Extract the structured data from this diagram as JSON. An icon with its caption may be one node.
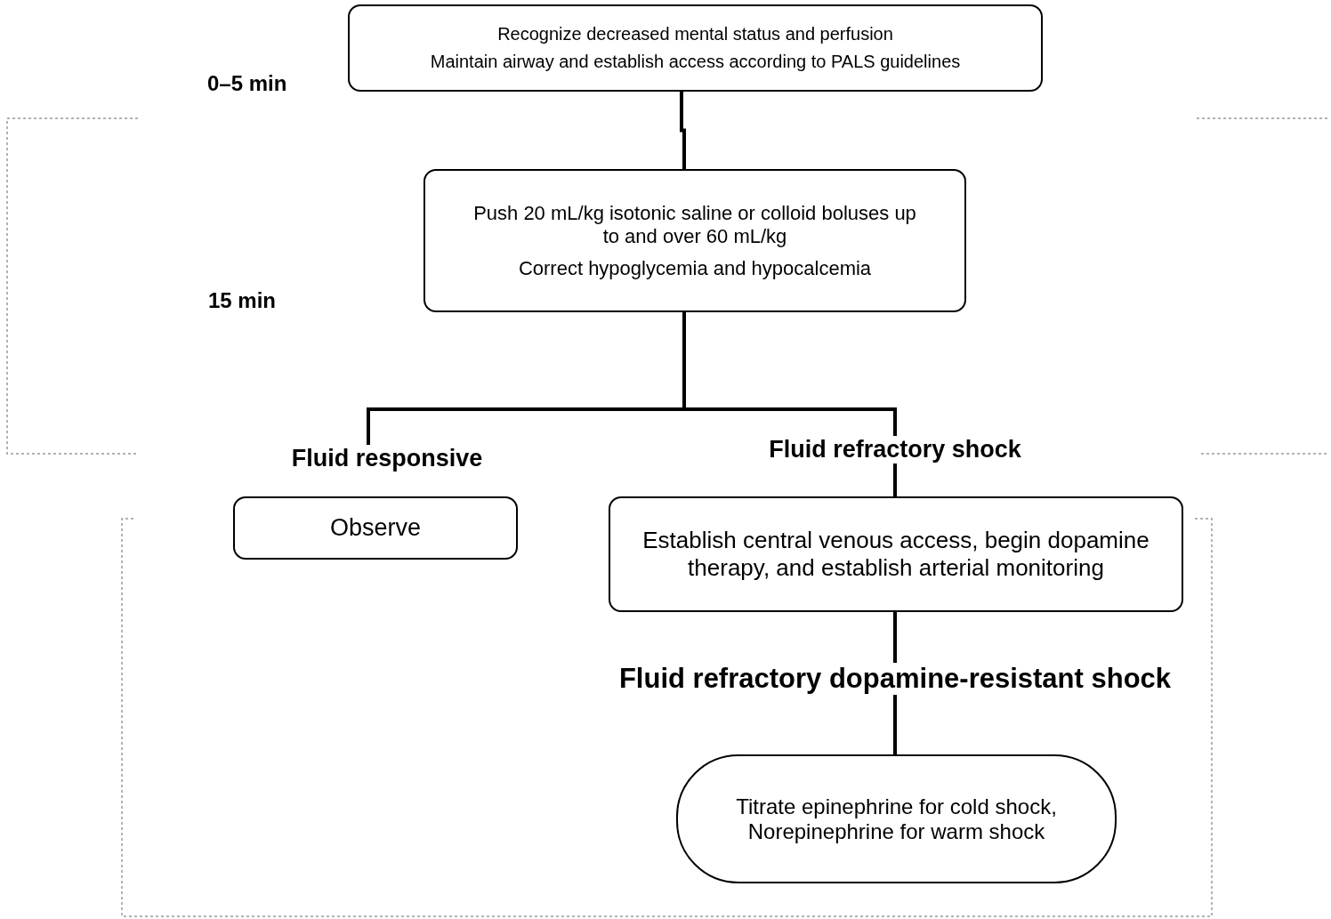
{
  "diagram": {
    "nodes": [
      {
        "text": [
          "Recognize decreased mental status and perfusion",
          "Maintain airway and establish access according to PALS guidelines"
        ]
      },
      {
        "text": [
          "Push 20 mL/kg isotonic saline or colloid boluses up to and over 60 mL/kg",
          "Correct hypoglycemia and hypocalcemia"
        ]
      },
      {
        "text": [
          "Fluid responsive"
        ]
      },
      {
        "text": [
          "Observe"
        ]
      },
      {
        "text": [
          "Fluid refractory shock"
        ]
      },
      {
        "text": [
          "Establish central venous access, begin dopamine therapy, and establish arterial monitoring"
        ]
      },
      {
        "text": [
          "Fluid refractory dopamine-resistant shock"
        ]
      },
      {
        "text": [
          "Titrate epinephrine for cold shock, Norepinephrine for warm shock"
        ]
      }
    ],
    "edges": [
      {
        "from": 0,
        "to": 1,
        "arrow": "none"
      },
      {
        "from": 1,
        "to": 2,
        "arrow": "none"
      },
      {
        "from": 1,
        "to": 4,
        "arrow": "none"
      },
      {
        "from": 4,
        "to": 5,
        "arrow": "none"
      },
      {
        "from": 5,
        "to": 6,
        "arrow": "none"
      },
      {
        "from": 6,
        "to": 7,
        "arrow": "none"
      }
    ],
    "labels": [
      "0–5 min",
      "15 min"
    ]
  }
}
